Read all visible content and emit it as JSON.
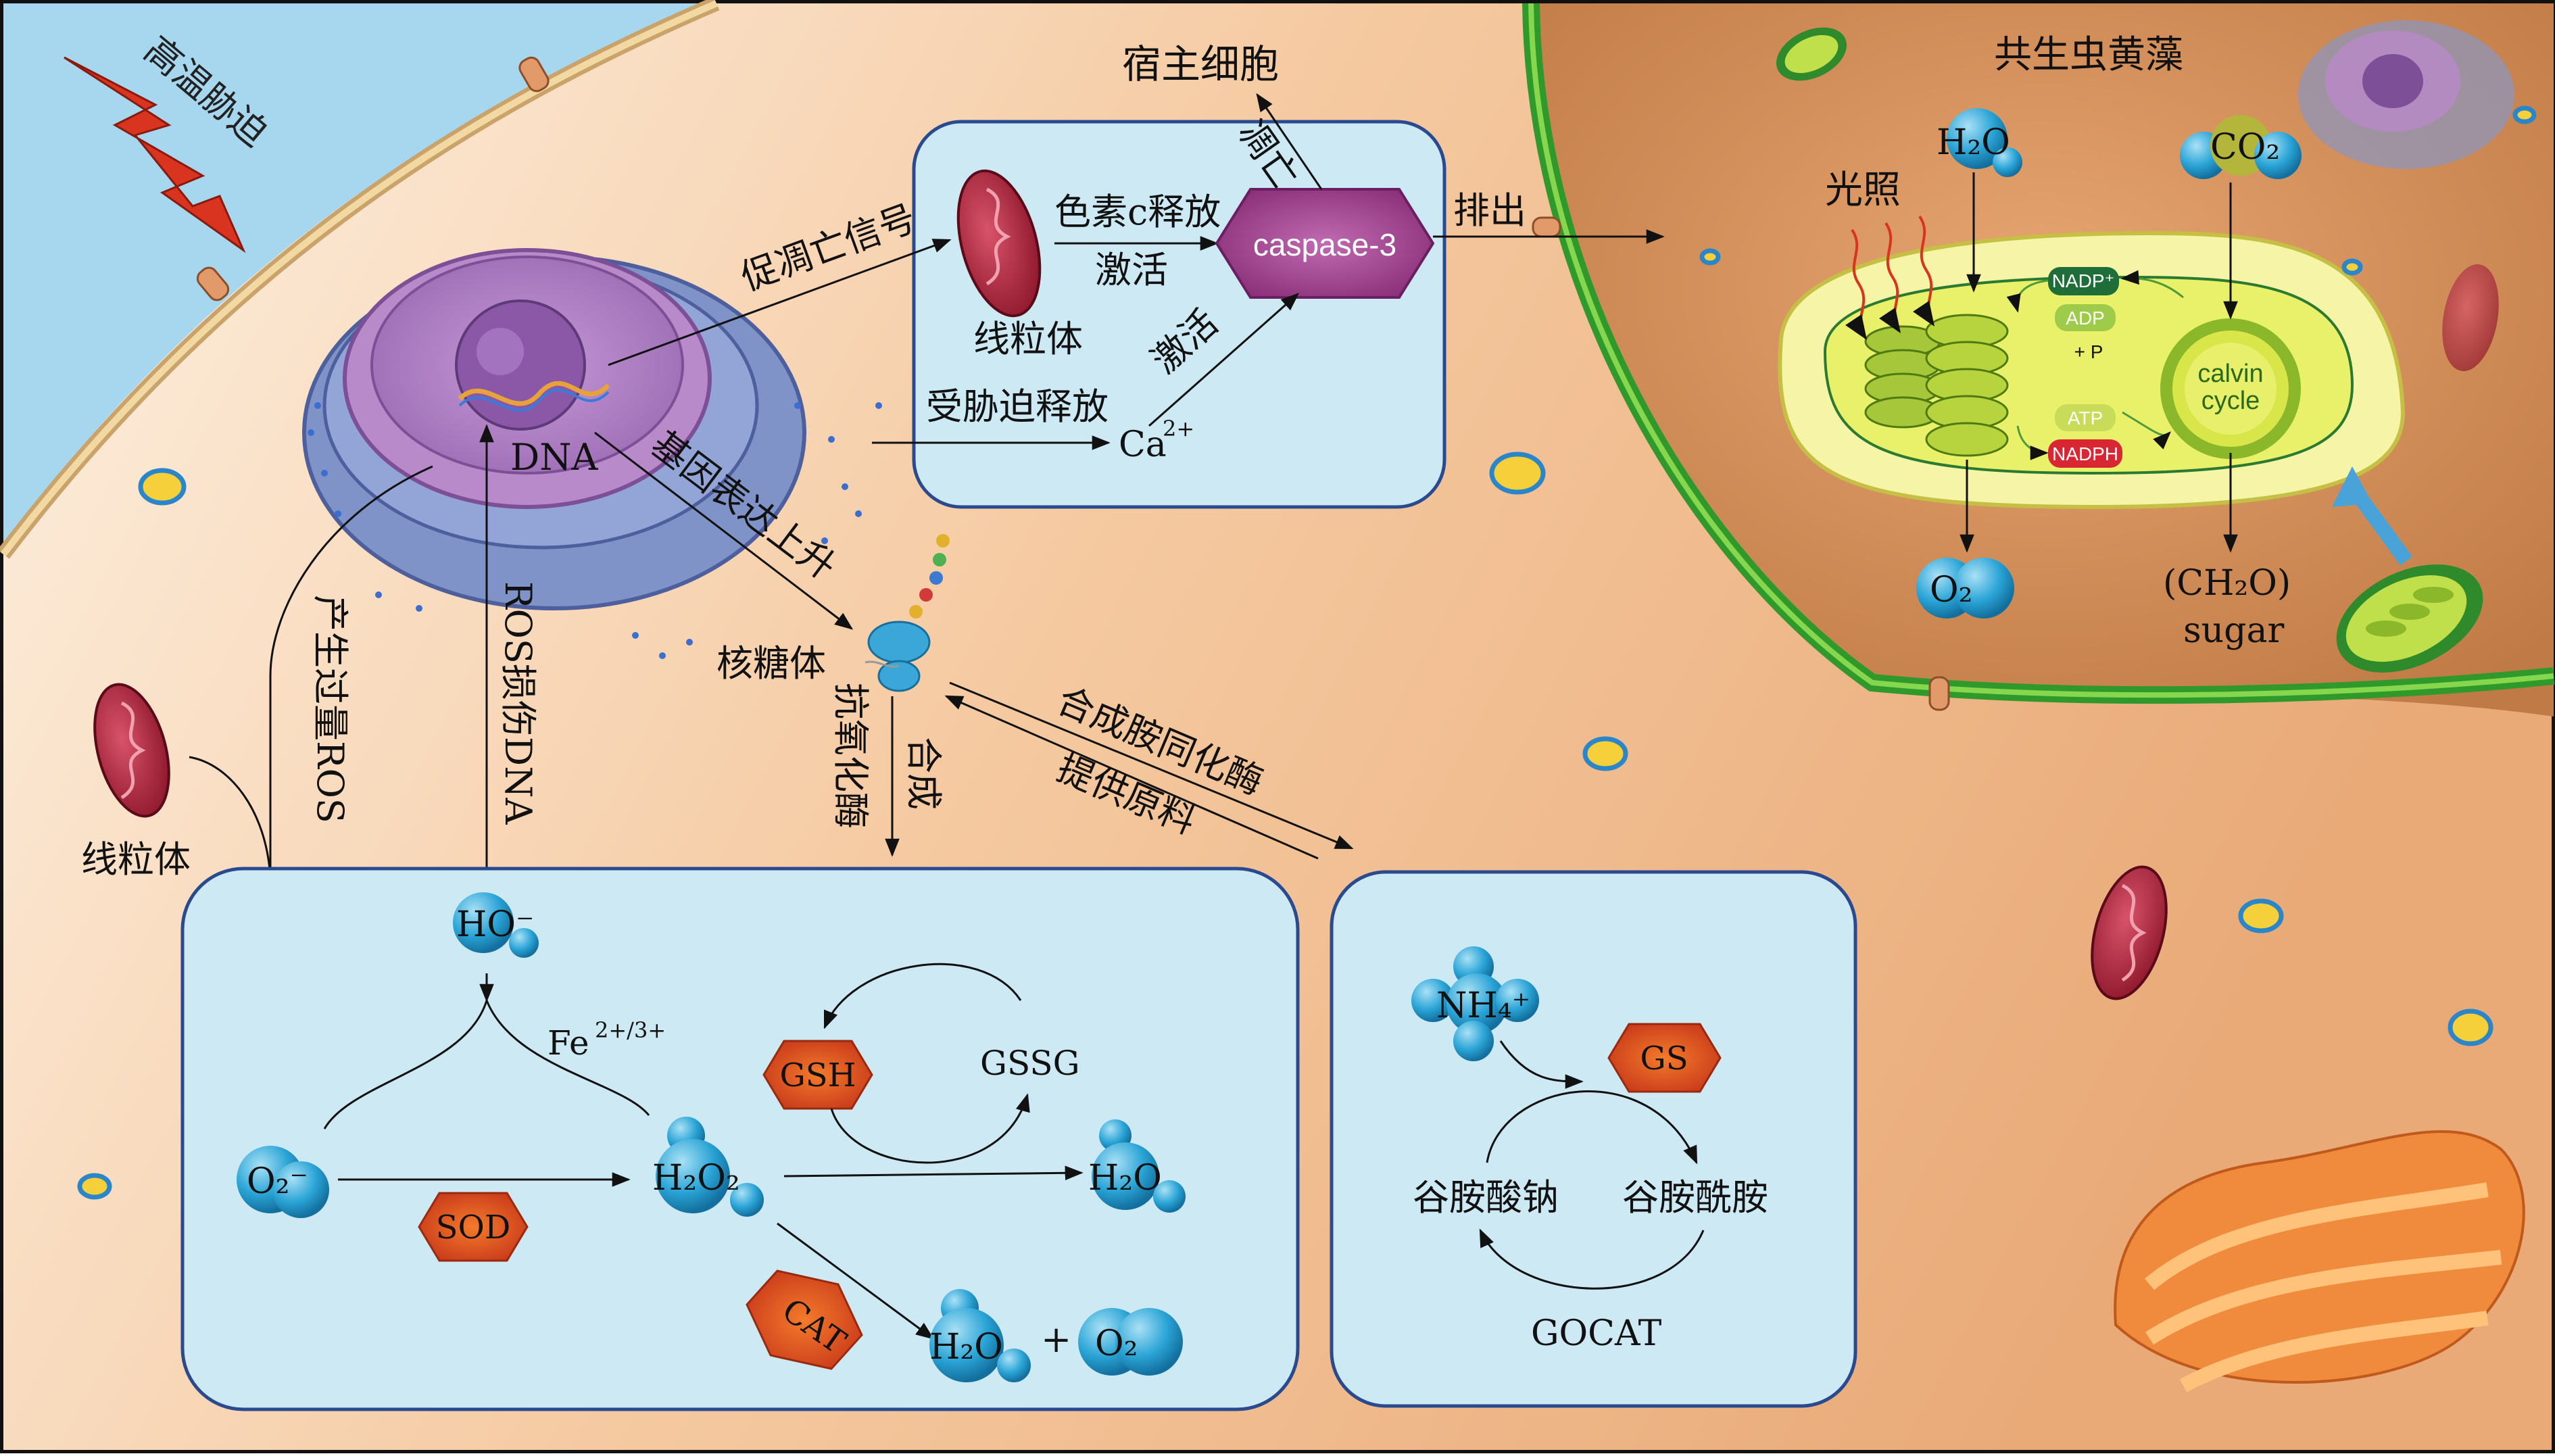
{
  "labels": {
    "heat_stress": "高温胁迫",
    "host_cell": "宿主细胞",
    "symbiont": "共生虫黄藻",
    "apoptosis": "凋亡",
    "cyt_c_release": "色素c释放",
    "activate_1": "激活",
    "activate_2": "激活",
    "caspase": "caspase-3",
    "excrete": "排出",
    "mito_label_top": "线粒体",
    "stress_release": "受胁迫释放",
    "calcium": "Ca",
    "calcium_sup": "2+",
    "pro_apoptosis_signal": "促凋亡信号",
    "dna": "DNA",
    "gene_up": "基因表达上升",
    "ribosome": "核糖体",
    "antioxidant_enzyme": "抗氧化酶",
    "synthesize": "合成",
    "gs_synth": "合成胺同化酶",
    "raw_material": "提供原料",
    "excess_ros": "产生过量ROS",
    "ros_damage": "ROS损伤DNA",
    "mito_label_left": "线粒体",
    "light": "光照",
    "sugar_formula": "(CH₂O)",
    "sugar": "sugar",
    "h2o": "H₂O",
    "co2": "CO₂",
    "o2": "O₂",
    "nadp": "NADP⁺",
    "adp": "ADP",
    "pi": "+ P",
    "atp": "ATP",
    "nadph": "NADPH",
    "calvin": "calvin",
    "cycle": "cycle",
    "ho": "HO⁻",
    "fe": "Fe",
    "fe_sup": "2+/3+",
    "o2_minus": "O₂⁻",
    "h2o2": "H₂O₂",
    "sod": "SOD",
    "gsh": "GSH",
    "gssg": "GSSG",
    "h2o_a": "H₂O",
    "cat": "CAT",
    "h2o_b": "H₂O",
    "plus": "+",
    "o2_b": "O₂",
    "nh4": "NH₄⁺",
    "gs": "GS",
    "glutamate": "谷胺酸钠",
    "glutamine": "谷胺酰胺",
    "gocat": "GOCAT"
  },
  "colors": {
    "sky": "#a7d7ef",
    "host_bg": "#f6d8b8",
    "symbiont_bg": "#c98a55",
    "membrane_green": "#2f9a2b",
    "box_fill": "#cde9f4",
    "box_stroke": "#2a4a8f",
    "caspase": "#9b3d8a",
    "enzyme_hex": "#e2571c",
    "molecule": "#29a1d3",
    "mito": "#b0203a",
    "chloroplast": "#c3df3c",
    "arrow_red": "#d8341f"
  }
}
